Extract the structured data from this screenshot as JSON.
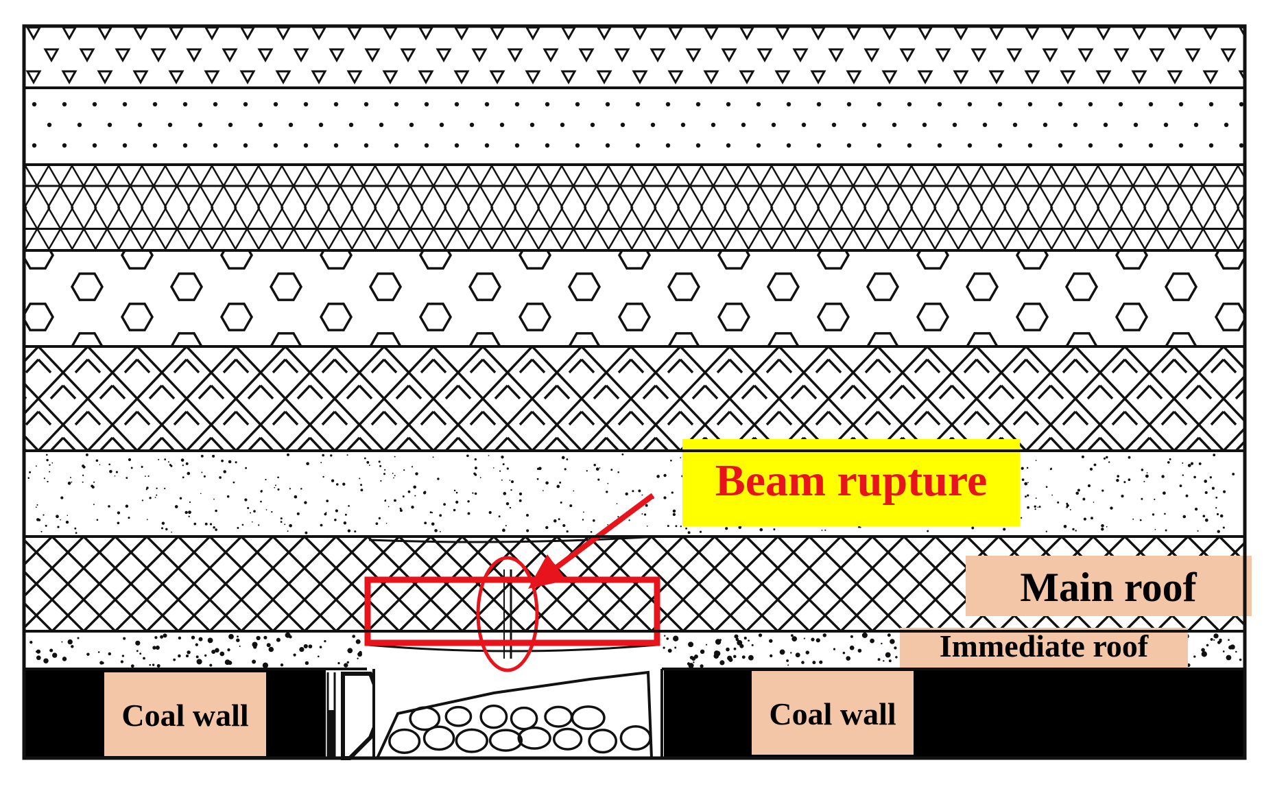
{
  "labels": {
    "beam_rupture": "Beam rupture",
    "main_roof": "Main roof",
    "immediate_roof": "Immediate roof",
    "coal_wall_left": "Coal wall",
    "coal_wall_right": "Coal wall"
  },
  "colors": {
    "stroke": "#111111",
    "coal": "#000000",
    "highlight_red": "#e8141c",
    "callout_yellow": "#ffff00",
    "label_tan": "#f4c6a8"
  },
  "strata_top_to_bottom": [
    "triangles",
    "dots",
    "triangular-lattice",
    "hexagons",
    "herringbone",
    "sandstone-speckle",
    "cross-hatch",
    "coarse-speckle",
    "coal-seam"
  ]
}
